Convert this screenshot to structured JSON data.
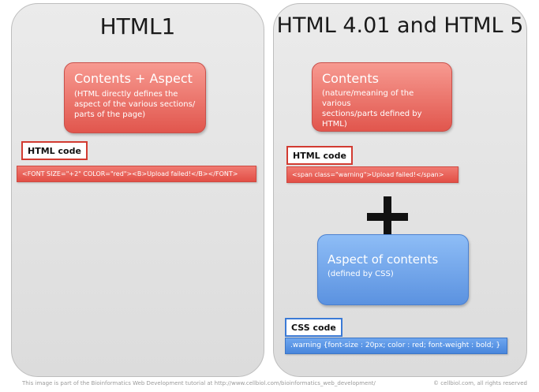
{
  "left_panel": {
    "title": "HTML1",
    "box": {
      "heading": "Contents + Aspect",
      "lines": [
        "(HTML directly defines the",
        "aspect of the various sections/",
        "parts of the page)"
      ]
    },
    "code_label": "HTML code",
    "code": "<FONT SIZE=\"+2\" COLOR=\"red\"><B>Upload failed!</B></FONT>"
  },
  "right_panel": {
    "title": "HTML 4.01 and HTML 5",
    "box": {
      "heading": "Contents",
      "lines": [
        "(nature/meaning of the various",
        "sections/parts defined by HTML)"
      ]
    },
    "code_label": "HTML code",
    "code": "<span class=\"warning\">Upload failed!</span>",
    "plus_symbol": "plus-icon",
    "css_box": {
      "heading": "Aspect of contents",
      "sub": "(defined by CSS)"
    },
    "css_code_label": "CSS code",
    "css_code": ".warning {font-size : 20px; color : red; font-weight : bold; }"
  },
  "footer": {
    "left": "This image is part of the Bioinformatics Web Development tutorial at  http://www.cellbiol.com/bioinformatics_web_development/",
    "right": "© cellbiol.com, all rights reserved"
  },
  "colors": {
    "panel": "#e3e3e3",
    "red_accent": "#e1564d",
    "blue_accent": "#5b92e0"
  }
}
